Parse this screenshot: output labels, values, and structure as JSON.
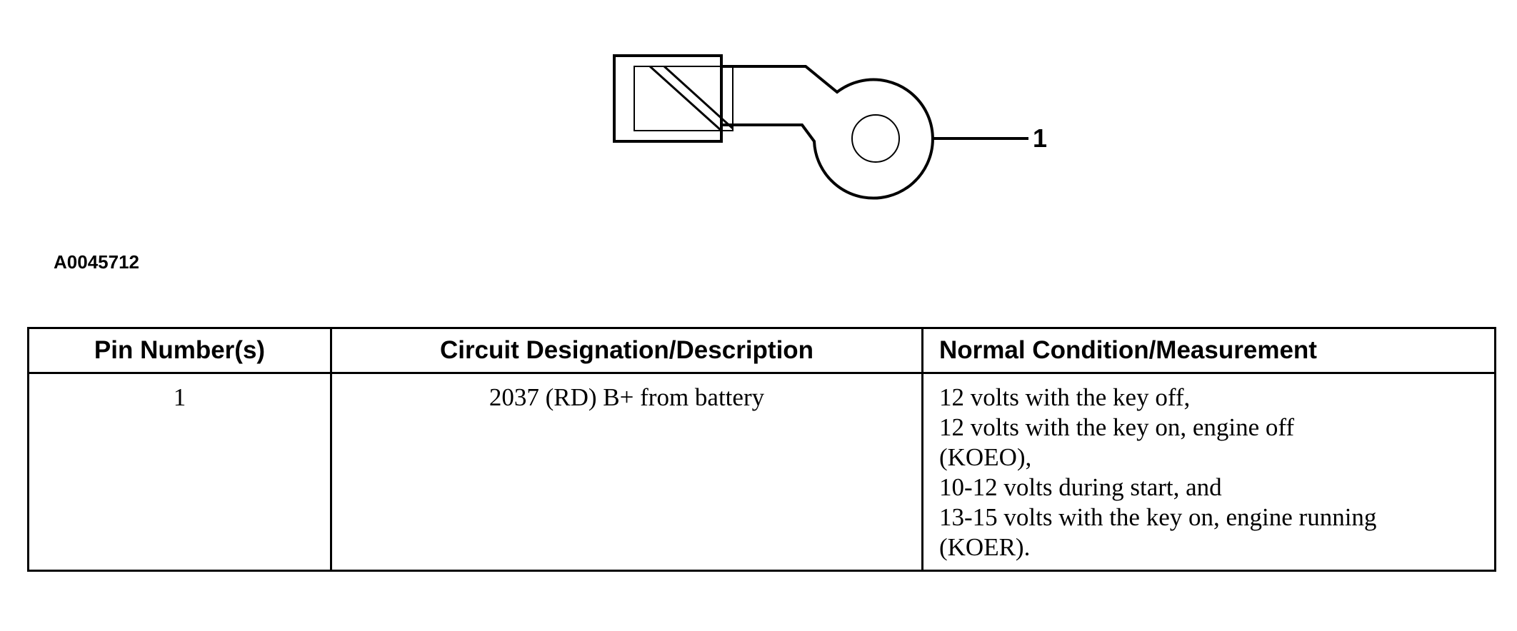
{
  "diagram": {
    "callout": "1",
    "figure_id": "A0045712"
  },
  "table": {
    "headers": {
      "pin": "Pin Number(s)",
      "circuit": "Circuit Designation/Description",
      "condition": "Normal Condition/Measurement"
    },
    "rows": [
      {
        "pin": "1",
        "circuit": "2037 (RD) B+ from battery",
        "condition_lines": [
          "12 volts with the key off,",
          "12 volts with the key on, engine off",
          "(KOEO),",
          "10-12 volts during start, and",
          "13-15 volts with the key on, engine running",
          "(KOER)."
        ]
      }
    ]
  }
}
